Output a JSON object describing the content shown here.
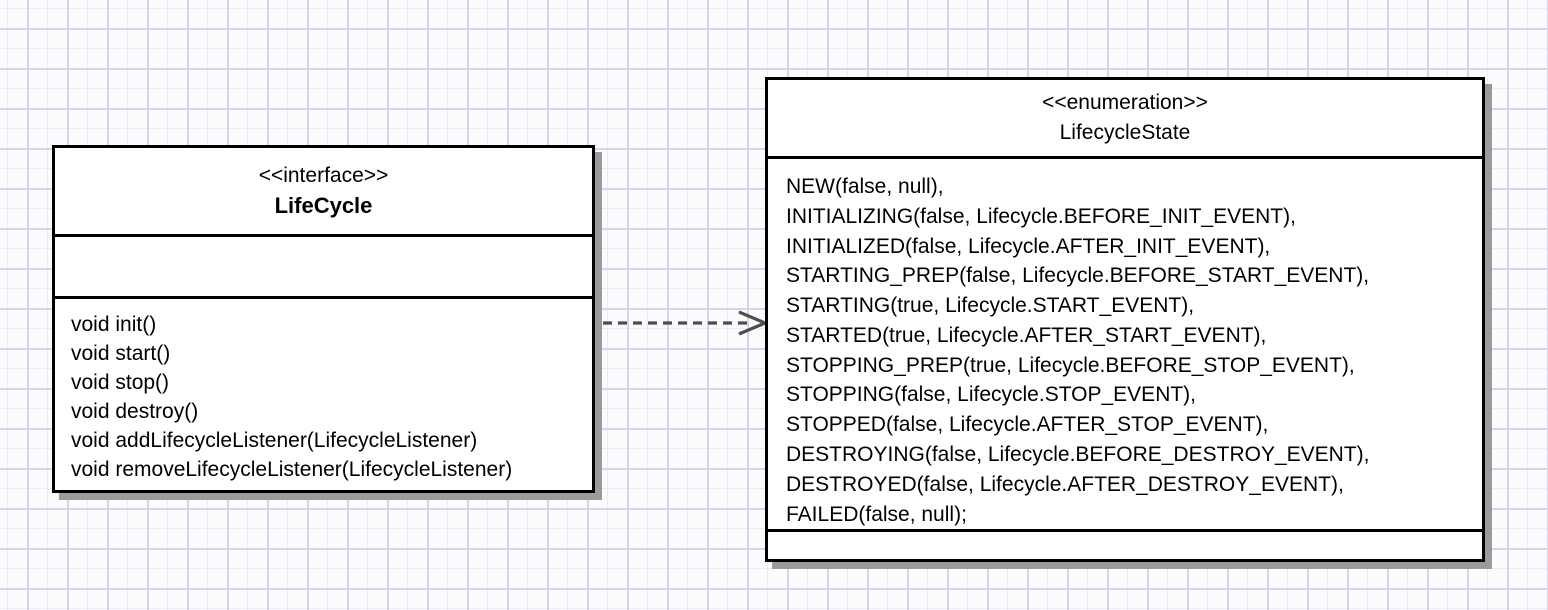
{
  "uml": {
    "interface_box": {
      "stereotype": "<<interface>>",
      "name": "LifeCycle",
      "methods": [
        "void init()",
        "void start()",
        "void stop()",
        "void destroy()",
        "void addLifecycleListener(LifecycleListener)",
        "void removeLifecycleListener(LifecycleListener)"
      ]
    },
    "enumeration_box": {
      "stereotype": "<<enumeration>>",
      "name": "LifecycleState",
      "values": [
        "NEW(false, null),",
        "INITIALIZING(false, Lifecycle.BEFORE_INIT_EVENT),",
        "INITIALIZED(false, Lifecycle.AFTER_INIT_EVENT),",
        "STARTING_PREP(false, Lifecycle.BEFORE_START_EVENT),",
        "STARTING(true, Lifecycle.START_EVENT),",
        "STARTED(true, Lifecycle.AFTER_START_EVENT),",
        "STOPPING_PREP(true, Lifecycle.BEFORE_STOP_EVENT),",
        "STOPPING(false, Lifecycle.STOP_EVENT),",
        "STOPPED(false, Lifecycle.AFTER_STOP_EVENT),",
        "DESTROYING(false, Lifecycle.BEFORE_DESTROY_EVENT),",
        "DESTROYED(false, Lifecycle.AFTER_DESTROY_EVENT),",
        "FAILED(false, null);"
      ]
    },
    "connector": {
      "type": "dashed dependency arrow, open arrowhead",
      "color": "#4d4d4d"
    },
    "colors": {
      "box_border": "#000000",
      "box_fill": "#ffffff",
      "box_shadow": "#9b9b9b",
      "grid_major": "#d9d2ef",
      "grid_minor": "#edeaf8"
    }
  }
}
